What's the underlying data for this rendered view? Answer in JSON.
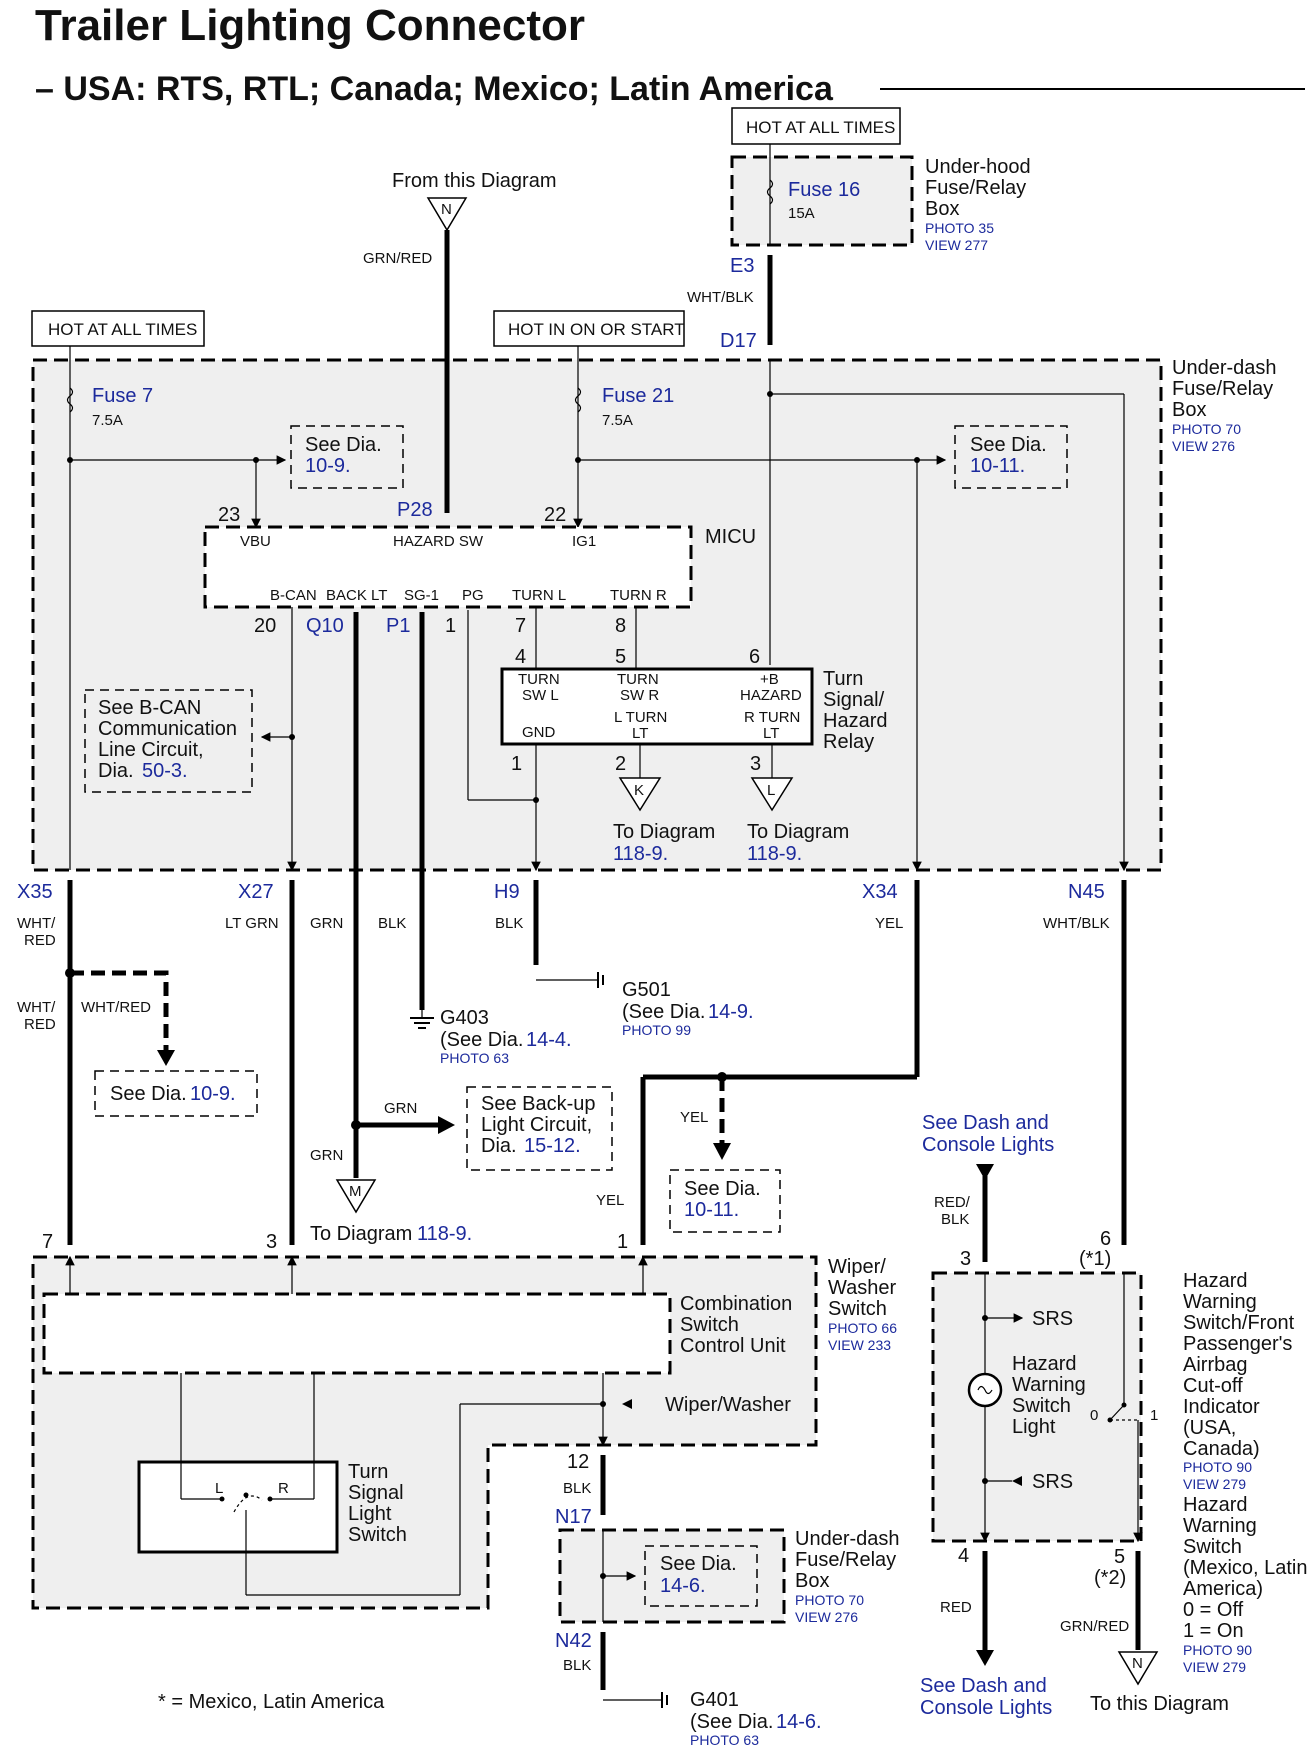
{
  "title": "Trailer Lighting Connector",
  "subtitle": "– USA: RTS, RTL; Canada; Mexico; Latin America",
  "hot_labels": {
    "hot_top": "HOT AT ALL TIMES",
    "hot_left": "HOT AT ALL TIMES",
    "hot_ign": "HOT IN ON OR START"
  },
  "underhood": {
    "name_1": "Under-hood",
    "name_2": "Fuse/Relay",
    "name_3": "Box",
    "photo": "PHOTO 35",
    "view": "VIEW 277",
    "fuse": "Fuse 16",
    "amp": "15A"
  },
  "underdash": {
    "name_1": "Under-dash",
    "name_2": "Fuse/Relay",
    "name_3": "Box",
    "photo": "PHOTO 70",
    "view": "VIEW 276",
    "fuse7": "Fuse 7",
    "fuse7_amp": "7.5A",
    "fuse21": "Fuse 21",
    "fuse21_amp": "7.5A"
  },
  "from_diagram": "From this Diagram",
  "refs": {
    "see_dia": "See Dia.",
    "d10_9": "10-9.",
    "d10_11": "10-11.",
    "d14_6": "14-6.",
    "bcan_1": "See B-CAN",
    "bcan_2": "Communication",
    "bcan_3": "Line Circuit,",
    "bcan_4": "Dia.",
    "bcan_num": "50-3.",
    "backup_1": "See Back-up",
    "backup_2": "Light Circuit,",
    "backup_3": "Dia.",
    "backup_num": "15-12."
  },
  "micu": {
    "name": "MICU",
    "vbu": "VBU",
    "hazard_sw": "HAZARD SW",
    "ig1": "IG1",
    "bcan": "B-CAN",
    "back_lt": "BACK LT",
    "sg1": "SG-1",
    "pg": "PG",
    "turn_l": "TURN L",
    "turn_r": "TURN R"
  },
  "relay": {
    "name_1": "Turn",
    "name_2": "Signal/",
    "name_3": "Hazard",
    "name_4": "Relay",
    "turn": "TURN",
    "sw_l": "SW L",
    "sw_r": "SW R",
    "b_plus": "+B",
    "hazard": "HAZARD",
    "gnd": "GND",
    "l_turn": "L TURN",
    "r_turn": "R TURN",
    "lt": "LT"
  },
  "pins": {
    "p23": "23",
    "p22": "22",
    "p20": "20",
    "p1": "1",
    "p7": "7",
    "p8": "8",
    "p4": "4",
    "p5": "5",
    "p6": "6",
    "p2": "2",
    "p3": "3",
    "p12": "12",
    "p4b": "4",
    "p5b": "5",
    "p6b": "6",
    "p3b": "3",
    "p7b": "7",
    "p3c": "3",
    "p1b": "1",
    "p1c": "1"
  },
  "connectors": {
    "E3": "E3",
    "D17": "D17",
    "P28": "P28",
    "Q10": "Q10",
    "P1": "P1",
    "X35": "X35",
    "X27": "X27",
    "H9": "H9",
    "X34": "X34",
    "N45": "N45",
    "N17": "N17",
    "N42": "N42"
  },
  "wires": {
    "grn_red": "GRN/RED",
    "wht_blk": "WHT/BLK",
    "wht_red_1": "WHT/",
    "wht_red_2": "RED",
    "wht_red": "WHT/RED",
    "lt_grn": "LT GRN",
    "grn": "GRN",
    "blk": "BLK",
    "yel": "YEL",
    "red_blk_1": "RED/",
    "red_blk_2": "BLK",
    "red": "RED"
  },
  "flags": {
    "N": "N",
    "K": "K",
    "L": "L",
    "M": "M"
  },
  "to_diagram": "To Diagram",
  "d118_9": "118-9.",
  "to_this_diagram": "To this Diagram",
  "grounds": {
    "g501": "G501",
    "g501_ref": "14-9.",
    "g501_photo": "PHOTO 99",
    "g403": "G403",
    "g403_ref": "14-4.",
    "g403_photo": "PHOTO 63",
    "g401": "G401",
    "g401_ref": "14-6.",
    "g401_photo": "PHOTO 63",
    "see_dia_paren": "(See Dia."
  },
  "combo": {
    "wiper_1": "Wiper/",
    "wiper_2": "Washer",
    "wiper_3": "Switch",
    "photo": "PHOTO 66",
    "view": "VIEW 233",
    "csu_1": "Combination",
    "csu_2": "Switch",
    "csu_3": "Control Unit",
    "wiper_washer": "Wiper/Washer",
    "tsl_1": "Turn",
    "tsl_2": "Signal",
    "tsl_3": "Light",
    "tsl_4": "Switch",
    "L": "L",
    "R": "R"
  },
  "dash": {
    "see_1": "See Dash and",
    "see_2": "Console Lights"
  },
  "hazard": {
    "srs": "SRS",
    "hw_1": "Hazard",
    "hw_2": "Warning",
    "hw_3": "Switch",
    "hw_4": "Light",
    "zero": "0",
    "one": "1",
    "star1": "(*1)",
    "star2": "(*2)",
    "d1": "Hazard",
    "d2": "Warning",
    "d3": "Switch/Front",
    "d4": "Passenger's",
    "d5": "Airrbag",
    "d6": "Cut-off",
    "d7": "Indicator",
    "d8": "(USA,",
    "d9": "Canada)",
    "d_photo": "PHOTO 90",
    "d_view": "VIEW 279",
    "e1": "Hazard",
    "e2": "Warning",
    "e3": "Switch",
    "e4": "(Mexico, Latin",
    "e5": "America)",
    "e6": "0 = Off",
    "e7": "1 = On",
    "e_photo": "PHOTO 90",
    "e_view": "VIEW 279"
  },
  "footnote": "* = Mexico, Latin America"
}
